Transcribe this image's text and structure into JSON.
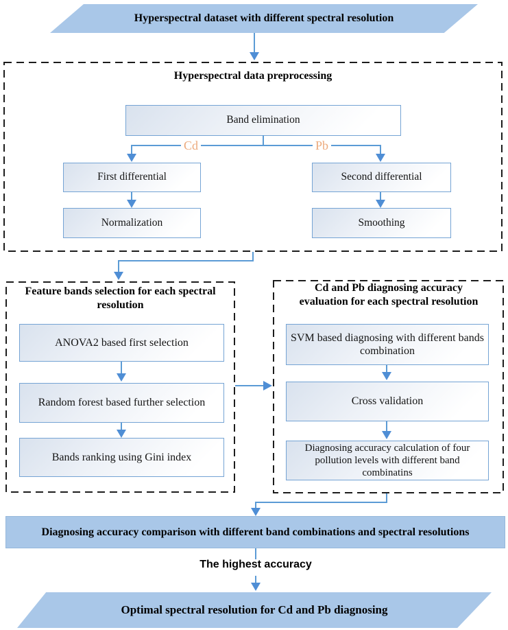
{
  "diagram": {
    "input": "Hyperspectral dataset with different spectral resolution",
    "preprocessing": {
      "title": "Hyperspectral data preprocessing",
      "band_elimination": "Band elimination",
      "cd_label": "Cd",
      "pb_label": "Pb",
      "first_differential": "First differential",
      "normalization": "Normalization",
      "second_differential": "Second differential",
      "smoothing": "Smoothing"
    },
    "feature_selection": {
      "title": "Feature bands selection for each spectral resolution",
      "steps": [
        "ANOVA2 based first selection",
        "Random forest based further selection",
        "Bands ranking using Gini index"
      ]
    },
    "accuracy_evaluation": {
      "title": "Cd and Pb diagnosing accuracy evaluation for each spectral resolution",
      "steps": [
        "SVM based diagnosing  with different bands combination",
        "Cross validation",
        "Diagnosing  accuracy calculation of four pollution levels with different band combinatins"
      ]
    },
    "comparison": "Diagnosing accuracy comparison with different band combinations and spectral resolutions",
    "highest_accuracy": "The highest accuracy",
    "output": "Optimal spectral resolution for Cd and Pb diagnosing"
  },
  "colors": {
    "shape_fill": "#a9c7e8",
    "connector_line": "#5b9bd5",
    "arrowhead": "#4f8ed5",
    "box_border": "#74a3d4",
    "box_fill_gradient_start": "#d9e2ee",
    "dashed_border": "#1c1c1c",
    "cd_pb_label": "#ecaa7d",
    "text": "#000000"
  }
}
